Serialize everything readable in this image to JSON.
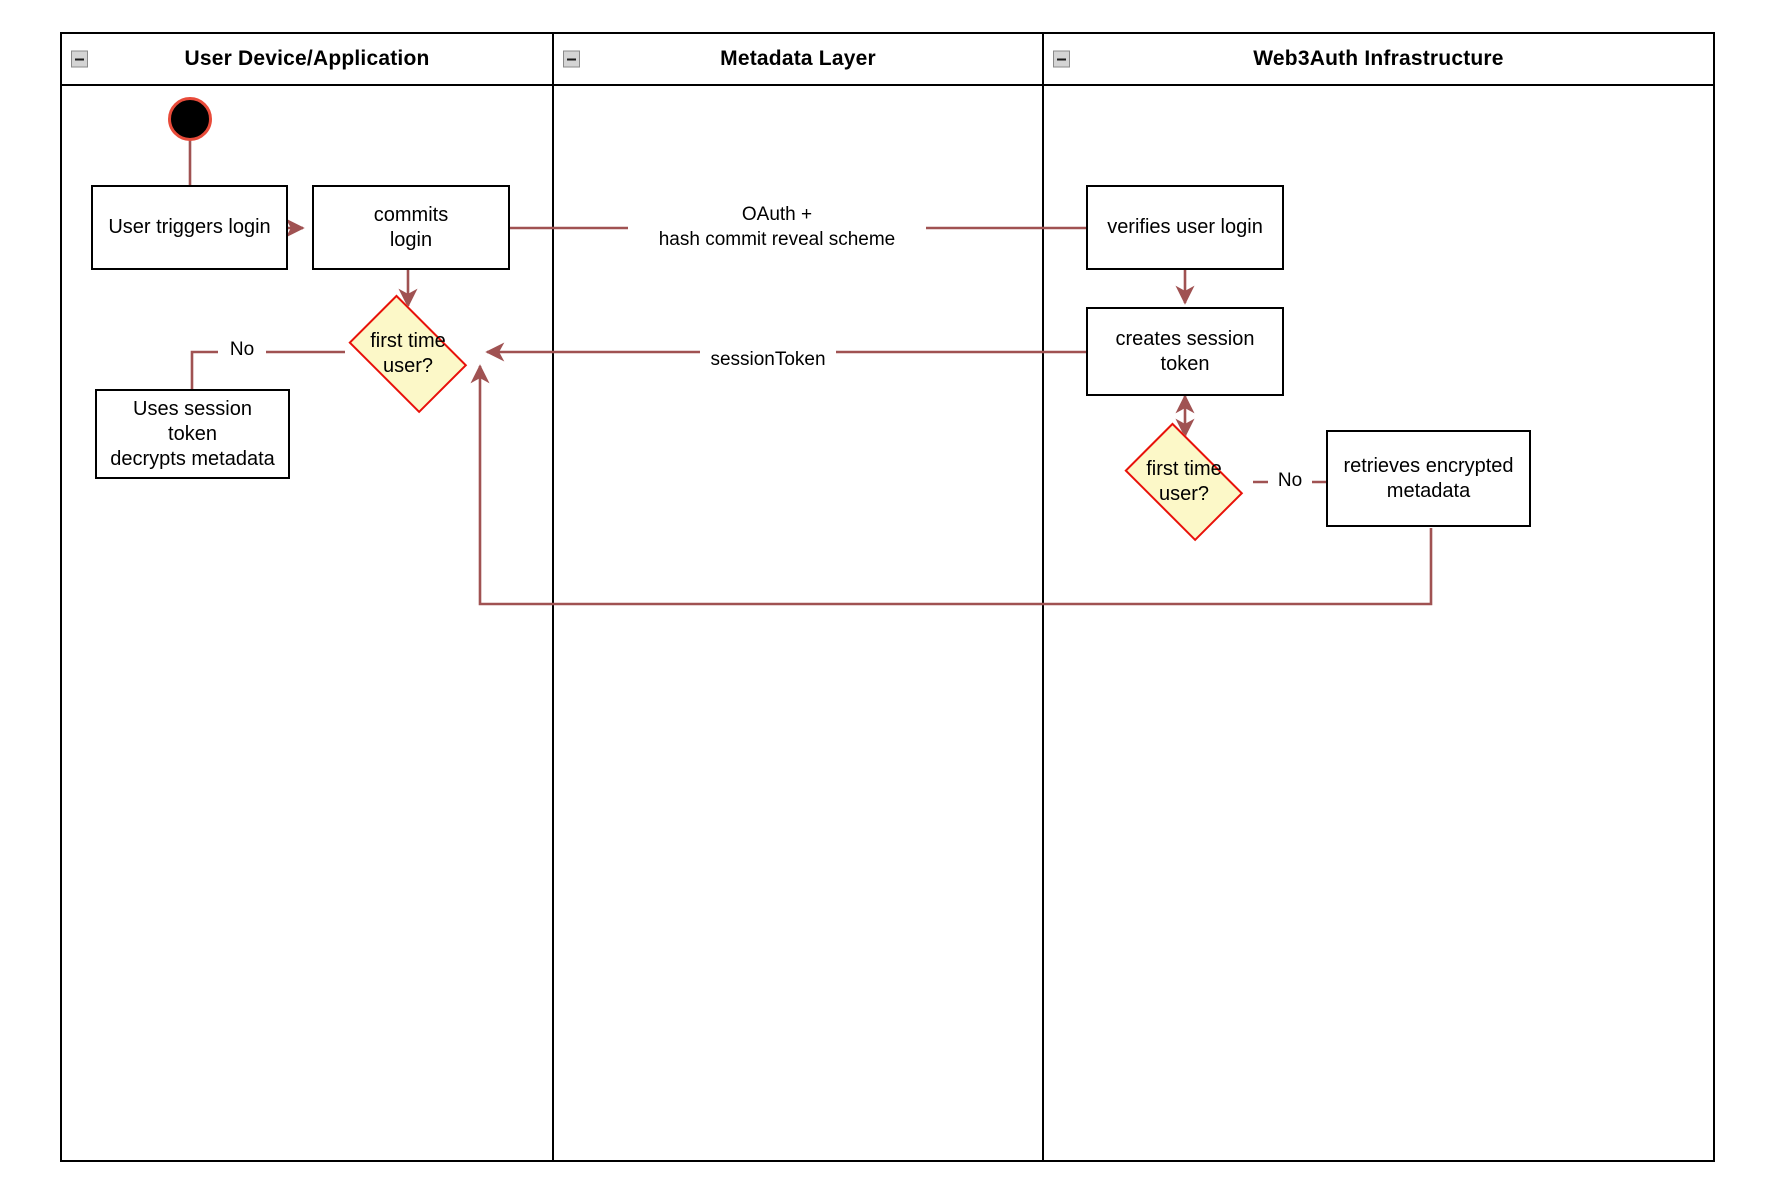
{
  "diagram": {
    "title": "Web3Auth login activity diagram",
    "colors": {
      "lane_border": "#000000",
      "node_border": "#000000",
      "node_fill": "#ffffff",
      "decision_fill": "#fcf8c8",
      "decision_border": "#e8110b",
      "connector": "#a05252",
      "start_fill": "#000000",
      "start_border": "#e84b3a",
      "collapse_fill": "#d4d4d4"
    }
  },
  "lanes": [
    {
      "id": "lane-user-device",
      "title": "User Device/Application",
      "collapse_icon": "collapse-minus-icon"
    },
    {
      "id": "lane-metadata",
      "title": "Metadata Layer",
      "collapse_icon": "collapse-minus-icon"
    },
    {
      "id": "lane-web3auth",
      "title": "Web3Auth Infrastructure",
      "collapse_icon": "collapse-minus-icon"
    }
  ],
  "nodes": {
    "start": {
      "type": "start",
      "label": ""
    },
    "user_triggers_login": {
      "type": "action",
      "label": "User triggers login"
    },
    "commits_login": {
      "type": "action",
      "label": "commits\nlogin"
    },
    "first_time_user_left": {
      "type": "decision",
      "label": "first time\nuser?"
    },
    "uses_session_token": {
      "type": "action",
      "label": "Uses session\ntoken\ndecrypts metadata"
    },
    "verifies_user_login": {
      "type": "action",
      "label": "verifies user login"
    },
    "creates_session_token": {
      "type": "action",
      "label": "creates session\ntoken"
    },
    "first_time_user_right": {
      "type": "decision",
      "label": "first time\nuser?"
    },
    "retrieves_encrypted_metadata": {
      "type": "action",
      "label": "retrieves encrypted\nmetadata"
    }
  },
  "edge_labels": {
    "oauth": "OAuth +\nhash commit reveal scheme",
    "session_token": "sessionToken",
    "no_left": "No",
    "no_right": "No"
  }
}
